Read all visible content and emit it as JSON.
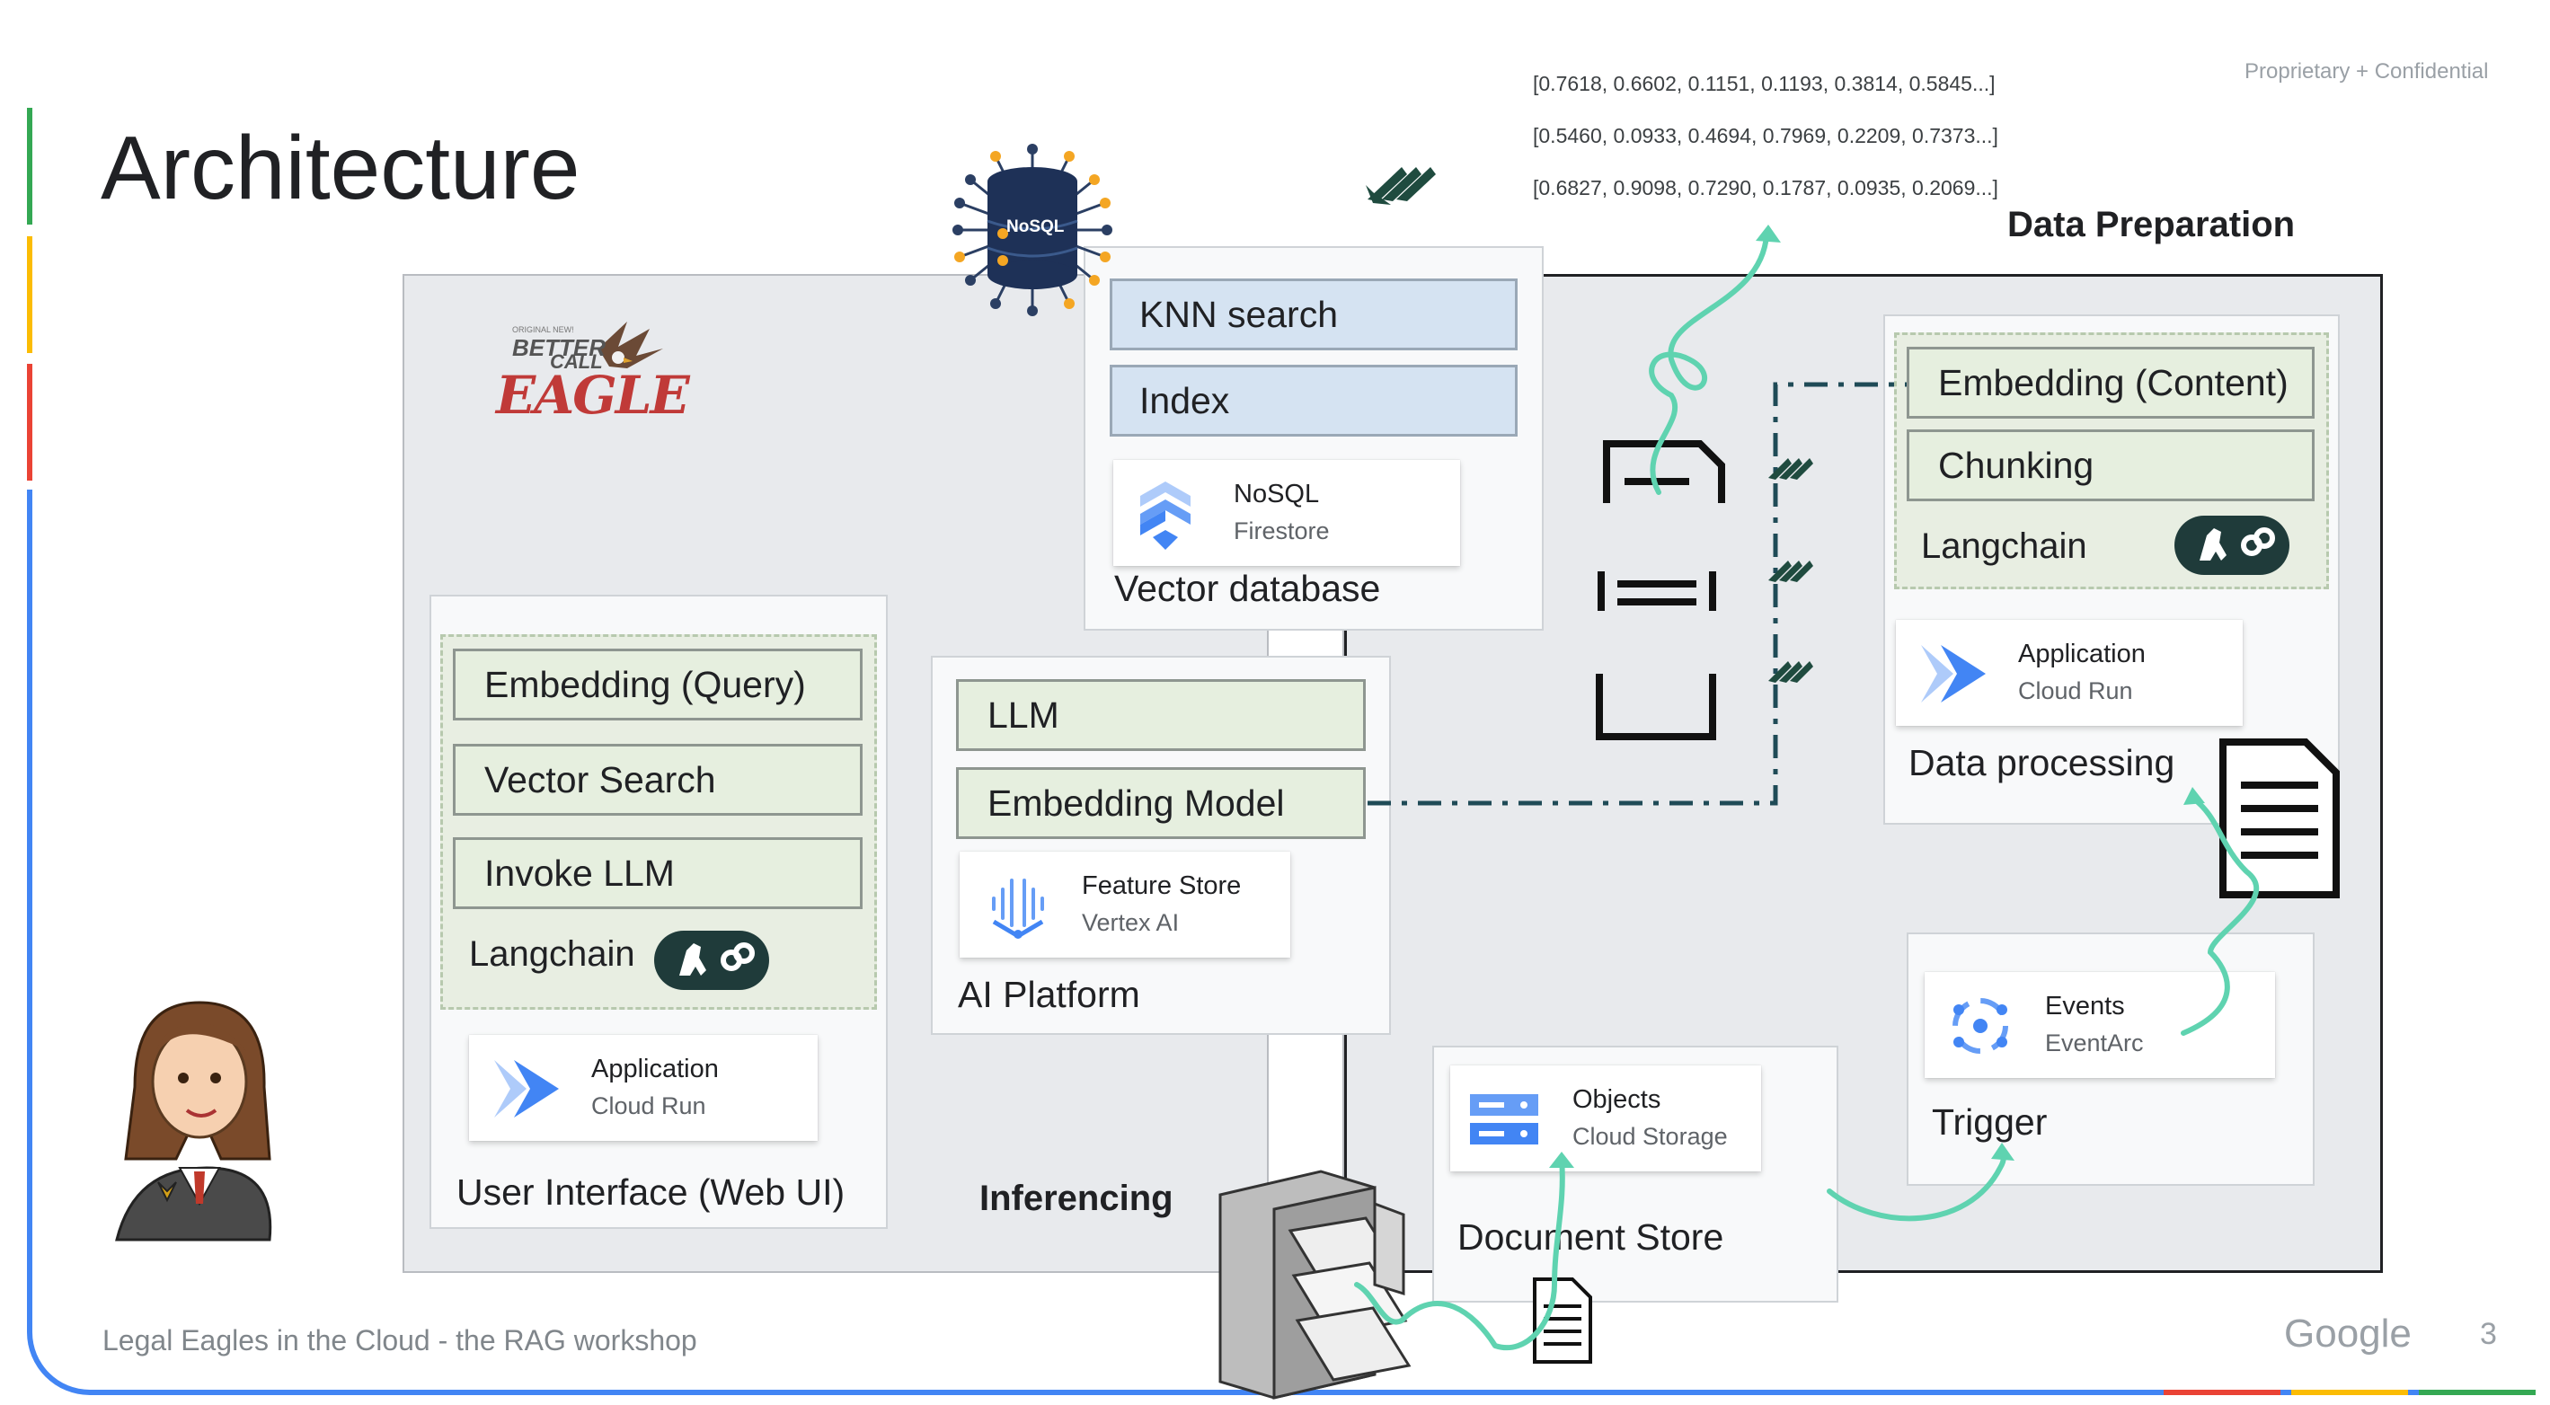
{
  "slide": {
    "title": "Architecture",
    "confidential": "Proprietary + Confidential",
    "footer": "Legal Eagles in the Cloud - the RAG workshop",
    "google": "Google",
    "page_number": "3",
    "accent_colors": {
      "green": "#34a853",
      "yellow": "#fbbc04",
      "red": "#ea4335",
      "blue": "#4285f4"
    }
  },
  "vectors": [
    "[0.7618, 0.6602, 0.1151, 0.1193, 0.3814, 0.5845...]",
    "[0.5460, 0.0933, 0.4694, 0.7969, 0.2209, 0.7373...]",
    "[0.6827, 0.9098, 0.7290, 0.1787, 0.0935, 0.2069...]"
  ],
  "logo": {
    "line1": "ORIGINAL NEW!",
    "line2": "BETTER",
    "line3": "CALL",
    "line4": "EAGLE"
  },
  "nosql_badge": "NoSQL",
  "sections": {
    "data_preparation": "Data Preparation",
    "inferencing": "Inferencing"
  },
  "vector_database": {
    "label": "Vector database",
    "items": [
      "KNN search",
      "Index"
    ],
    "card": {
      "title": "NoSQL",
      "subtitle": "Firestore"
    }
  },
  "user_interface": {
    "label": "User Interface (Web UI)",
    "items": [
      "Embedding (Query)",
      "Vector Search",
      "Invoke LLM"
    ],
    "framework": "Langchain",
    "card": {
      "title": "Application",
      "subtitle": "Cloud Run"
    }
  },
  "ai_platform": {
    "label": "AI Platform",
    "items": [
      "LLM",
      "Embedding Model"
    ],
    "card": {
      "title": "Feature Store",
      "subtitle": "Vertex AI"
    }
  },
  "data_processing": {
    "label": "Data processing",
    "items": [
      "Embedding (Content)",
      "Chunking"
    ],
    "framework": "Langchain",
    "card": {
      "title": "Application",
      "subtitle": "Cloud Run"
    }
  },
  "document_store": {
    "label": "Document Store",
    "card": {
      "title": "Objects",
      "subtitle": "Cloud Storage"
    }
  },
  "trigger": {
    "label": "Trigger",
    "card": {
      "title": "Events",
      "subtitle": "EventArc"
    }
  },
  "colors": {
    "flow_arrow": "#5fd3b0",
    "dash_line": "#1f4b57",
    "chevron": "#1f4b3f"
  }
}
